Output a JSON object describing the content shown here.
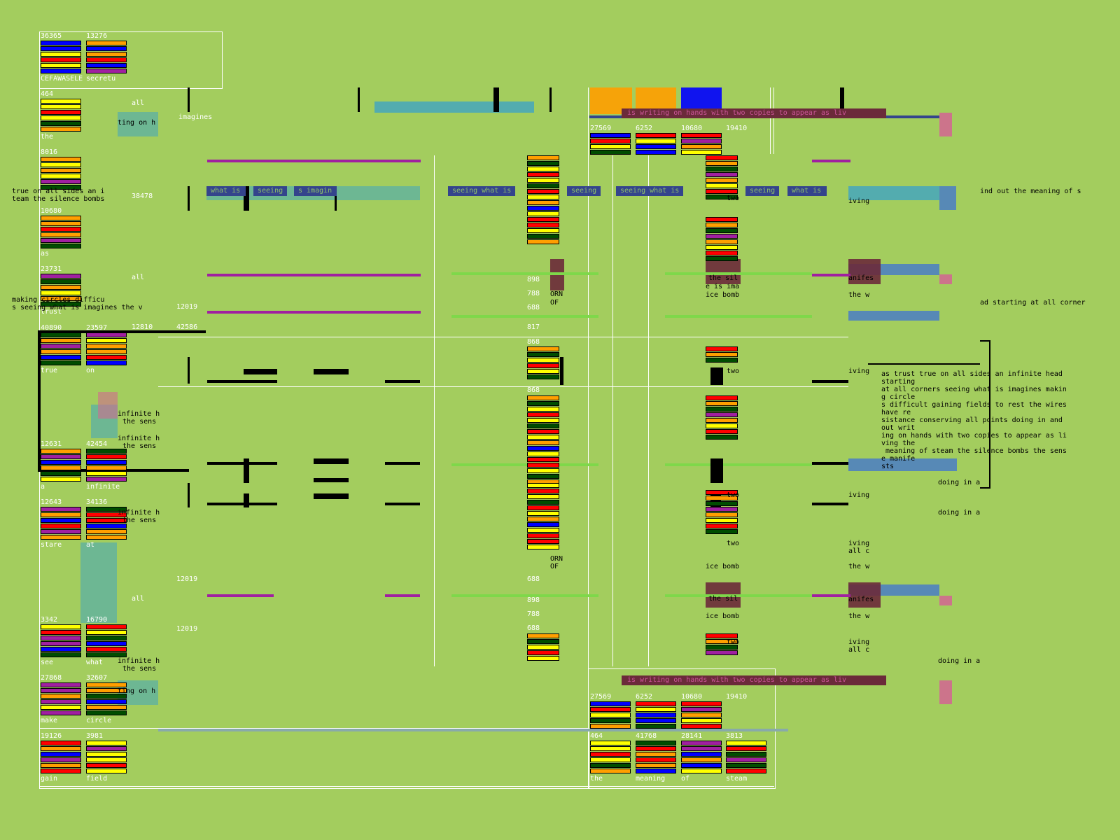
{
  "palette": {
    "background": "#a3cd5e",
    "blue": "#0000ff",
    "yellow": "#ffff00",
    "red": "#ff0000",
    "orange": "#ff9f00",
    "purple": "#a020a0",
    "dkgreen": "#004d00",
    "teal": "#4aa8b8",
    "navy": "#34448c",
    "maroon": "#6b2a3a",
    "pink": "#d06a90",
    "steel": "#4f82c0"
  },
  "tiles": [
    {
      "num": "36365",
      "word": "CEFAWASELE",
      "bars": [
        "blue",
        "blue",
        "yellow",
        "red",
        "yellow",
        "blue"
      ]
    },
    {
      "num": "13276",
      "word": "secretu",
      "bars": [
        "orange",
        "blue",
        "orange",
        "red",
        "blue",
        "purple"
      ]
    },
    {
      "num": "464",
      "word": "the",
      "bars": [
        "yellow",
        "yellow",
        "red",
        "yellow",
        "dkgreen",
        "orange"
      ]
    },
    {
      "num": "8016",
      "word": "",
      "bars": [
        "orange",
        "yellow",
        "orange",
        "yellow",
        "purple",
        "dkgreen"
      ]
    },
    {
      "num": "10680",
      "word": "as",
      "bars": [
        "orange",
        "orange",
        "red",
        "orange",
        "purple",
        "dkgreen"
      ]
    },
    {
      "num": "23731",
      "word": "trust",
      "bars": [
        "purple",
        "dkgreen",
        "orange",
        "yellow",
        "orange",
        "dkgreen"
      ]
    },
    {
      "num": "40890",
      "word": "true",
      "bars": [
        "dkgreen",
        "orange",
        "purple",
        "orange",
        "blue",
        "dkgreen"
      ]
    },
    {
      "num": "23597",
      "word": "on",
      "bars": [
        "purple",
        "yellow",
        "orange",
        "orange",
        "red",
        "blue"
      ]
    },
    {
      "num": "12631",
      "word": "a",
      "bars": [
        "orange",
        "purple",
        "blue",
        "orange",
        "dkgreen",
        "yellow"
      ]
    },
    {
      "num": "42454",
      "word": "infinite",
      "bars": [
        "dkgreen",
        "red",
        "blue",
        "orange",
        "yellow",
        "purple"
      ]
    },
    {
      "num": "12643",
      "word": "stare",
      "bars": [
        "purple",
        "orange",
        "blue",
        "red",
        "purple",
        "orange"
      ]
    },
    {
      "num": "34136",
      "word": "at",
      "bars": [
        "dkgreen",
        "red",
        "red",
        "blue",
        "orange",
        "orange"
      ]
    },
    {
      "num": "3342",
      "word": "see",
      "bars": [
        "yellow",
        "red",
        "purple",
        "purple",
        "blue",
        "dkgreen"
      ]
    },
    {
      "num": "16790",
      "word": "what",
      "bars": [
        "red",
        "yellow",
        "dkgreen",
        "blue",
        "red",
        "dkgreen"
      ]
    },
    {
      "num": "27868",
      "word": "make",
      "bars": [
        "purple",
        "purple",
        "orange",
        "purple",
        "yellow",
        "purple"
      ]
    },
    {
      "num": "32607",
      "word": "circle",
      "bars": [
        "orange",
        "orange",
        "dkgreen",
        "blue",
        "orange",
        "dkgreen"
      ]
    },
    {
      "num": "19126",
      "word": "gain",
      "bars": [
        "red",
        "orange",
        "blue",
        "purple",
        "orange",
        "red"
      ]
    },
    {
      "num": "3981",
      "word": "field",
      "bars": [
        "yellow",
        "purple",
        "yellow",
        "yellow",
        "red",
        "yellow"
      ]
    },
    {
      "num": "27569",
      "word": "",
      "bars": [
        "blue",
        "red",
        "yellow",
        "dkgreen"
      ]
    },
    {
      "num": "6252",
      "word": "",
      "bars": [
        "red",
        "yellow",
        "blue",
        "blue"
      ]
    },
    {
      "num": "10680",
      "word": "",
      "bars": [
        "red",
        "purple",
        "orange",
        "yellow"
      ]
    },
    {
      "num": "19410",
      "word": "",
      "bars": []
    },
    {
      "num": "27569",
      "word": "",
      "bars": [
        "blue",
        "red",
        "yellow",
        "dkgreen",
        "orange"
      ]
    },
    {
      "num": "6252",
      "word": "",
      "bars": [
        "red",
        "yellow",
        "blue",
        "blue",
        "dkgreen"
      ]
    },
    {
      "num": "10680",
      "word": "",
      "bars": [
        "red",
        "purple",
        "orange",
        "yellow",
        "red"
      ]
    },
    {
      "num": "19410",
      "word": "",
      "bars": []
    },
    {
      "num": "464",
      "word": "the",
      "bars": [
        "yellow",
        "yellow",
        "red",
        "yellow",
        "dkgreen",
        "orange"
      ]
    },
    {
      "num": "41768",
      "word": "meaning",
      "bars": [
        "dkgreen",
        "red",
        "orange",
        "red",
        "orange",
        "blue"
      ]
    },
    {
      "num": "28141",
      "word": "of",
      "bars": [
        "purple",
        "purple",
        "blue",
        "orange",
        "blue",
        "yellow"
      ]
    },
    {
      "num": "3813",
      "word": "steam",
      "bars": [
        "yellow",
        "red",
        "dkgreen",
        "purple",
        "dkgreen",
        "red"
      ]
    }
  ],
  "numbers": [
    "38478",
    "12019",
    "12810",
    "42586",
    "12019",
    "12019"
  ],
  "small_labels": [
    "all",
    "all",
    "all",
    "imagines"
  ],
  "banners": {
    "seeing": [
      "seeing what is",
      "seeing",
      "seeing what is",
      "seeing",
      "what is",
      "what is",
      "seeing",
      "s imagin"
    ],
    "maroon_top": "is writing on hands with two copies to appear as liv",
    "maroon_bottom": "is writing on hands with two copies to appear as liv"
  },
  "left_text": {
    "line1": "true on all sides an i",
    "line2": "team the silence bombs",
    "line3": "making circles difficu",
    "line4": "s seeing what is imagines the v"
  },
  "right_edge": {
    "line1": "ind out the meaning of s",
    "line2": "ad starting at all corner"
  },
  "paragraph": [
    "as trust true on all sides an infinite head",
    "starting",
    "at all corners seeing what is imagines makin",
    "g circle",
    "s difficult gaining fields to rest the wires",
    "have re",
    "sistance conserving all points doing in and",
    "out writ",
    "ing on hands with two copies to appear as li",
    "ving the",
    " meaning of steam the silence bombs the sens",
    "e manife",
    "sts"
  ],
  "fragments": [
    "infinite h",
    "the sens",
    "infinite h",
    "the sens",
    "infinite h",
    "the sens",
    "infinite h",
    "the sens",
    "two",
    "two",
    "two",
    "two",
    "two",
    "iving",
    "iving",
    "iving",
    "iving",
    "doing in a",
    "doing in a",
    "doing in a",
    "the sil",
    "the sil",
    "e is ima",
    "ice bomb",
    "ice bomb",
    "ice bomb",
    "ORN",
    "OF",
    "ORN",
    "OF",
    "the w",
    "the w",
    "the w",
    "iving",
    "all c",
    "all c",
    "anifes",
    "anifes",
    "ting on h",
    "ting on h"
  ],
  "mid_numbers": [
    "898",
    "788",
    "688",
    "817",
    "868",
    "868",
    "688",
    "898",
    "788",
    "688"
  ]
}
